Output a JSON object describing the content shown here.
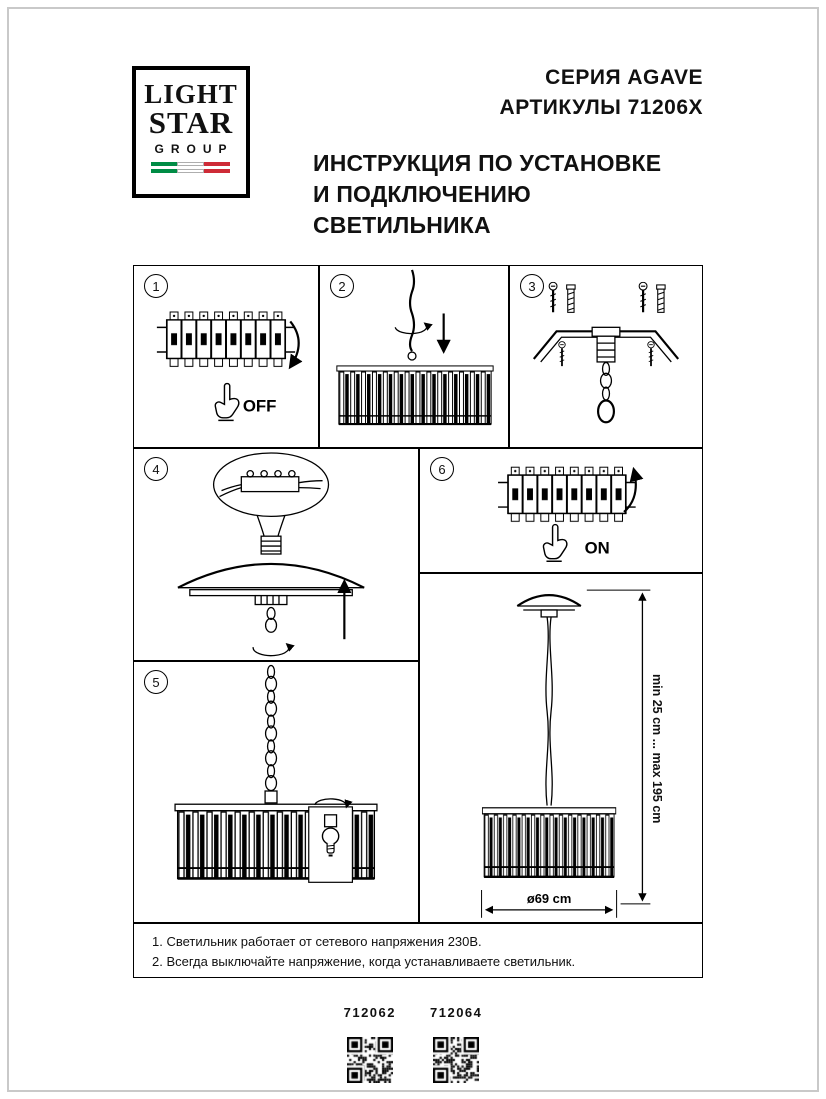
{
  "logo": {
    "line1": "LIGHT",
    "line2": "STAR",
    "line3": "GROUP"
  },
  "header": {
    "series": "СЕРИЯ AGAVE",
    "articles": "АРТИКУЛЫ 71206X",
    "title_line1": "ИНСТРУКЦИЯ ПО УСТАНОВКЕ",
    "title_line2": "И ПОДКЛЮЧЕНИЮ СВЕТИЛЬНИКА"
  },
  "steps": [
    {
      "num": "1",
      "label": "OFF"
    },
    {
      "num": "2",
      "label": ""
    },
    {
      "num": "3",
      "label": ""
    },
    {
      "num": "4",
      "label": ""
    },
    {
      "num": "5",
      "label": ""
    },
    {
      "num": "6",
      "label": "ON"
    }
  ],
  "dimensions": {
    "height": "min 25 cm ... max 195 cm",
    "diameter": "ø69 cm"
  },
  "notes": [
    "1. Светильник работает от сетевого напряжения 230В.",
    "2. Всегда выключайте напряжение, когда устанавливаете светильник."
  ],
  "footer": {
    "codes": [
      "712062",
      "712064"
    ]
  },
  "colors": {
    "flag_green": "#008c45",
    "flag_red": "#ce2b37",
    "line": "#000000",
    "page_border": "#c9c9c9"
  }
}
